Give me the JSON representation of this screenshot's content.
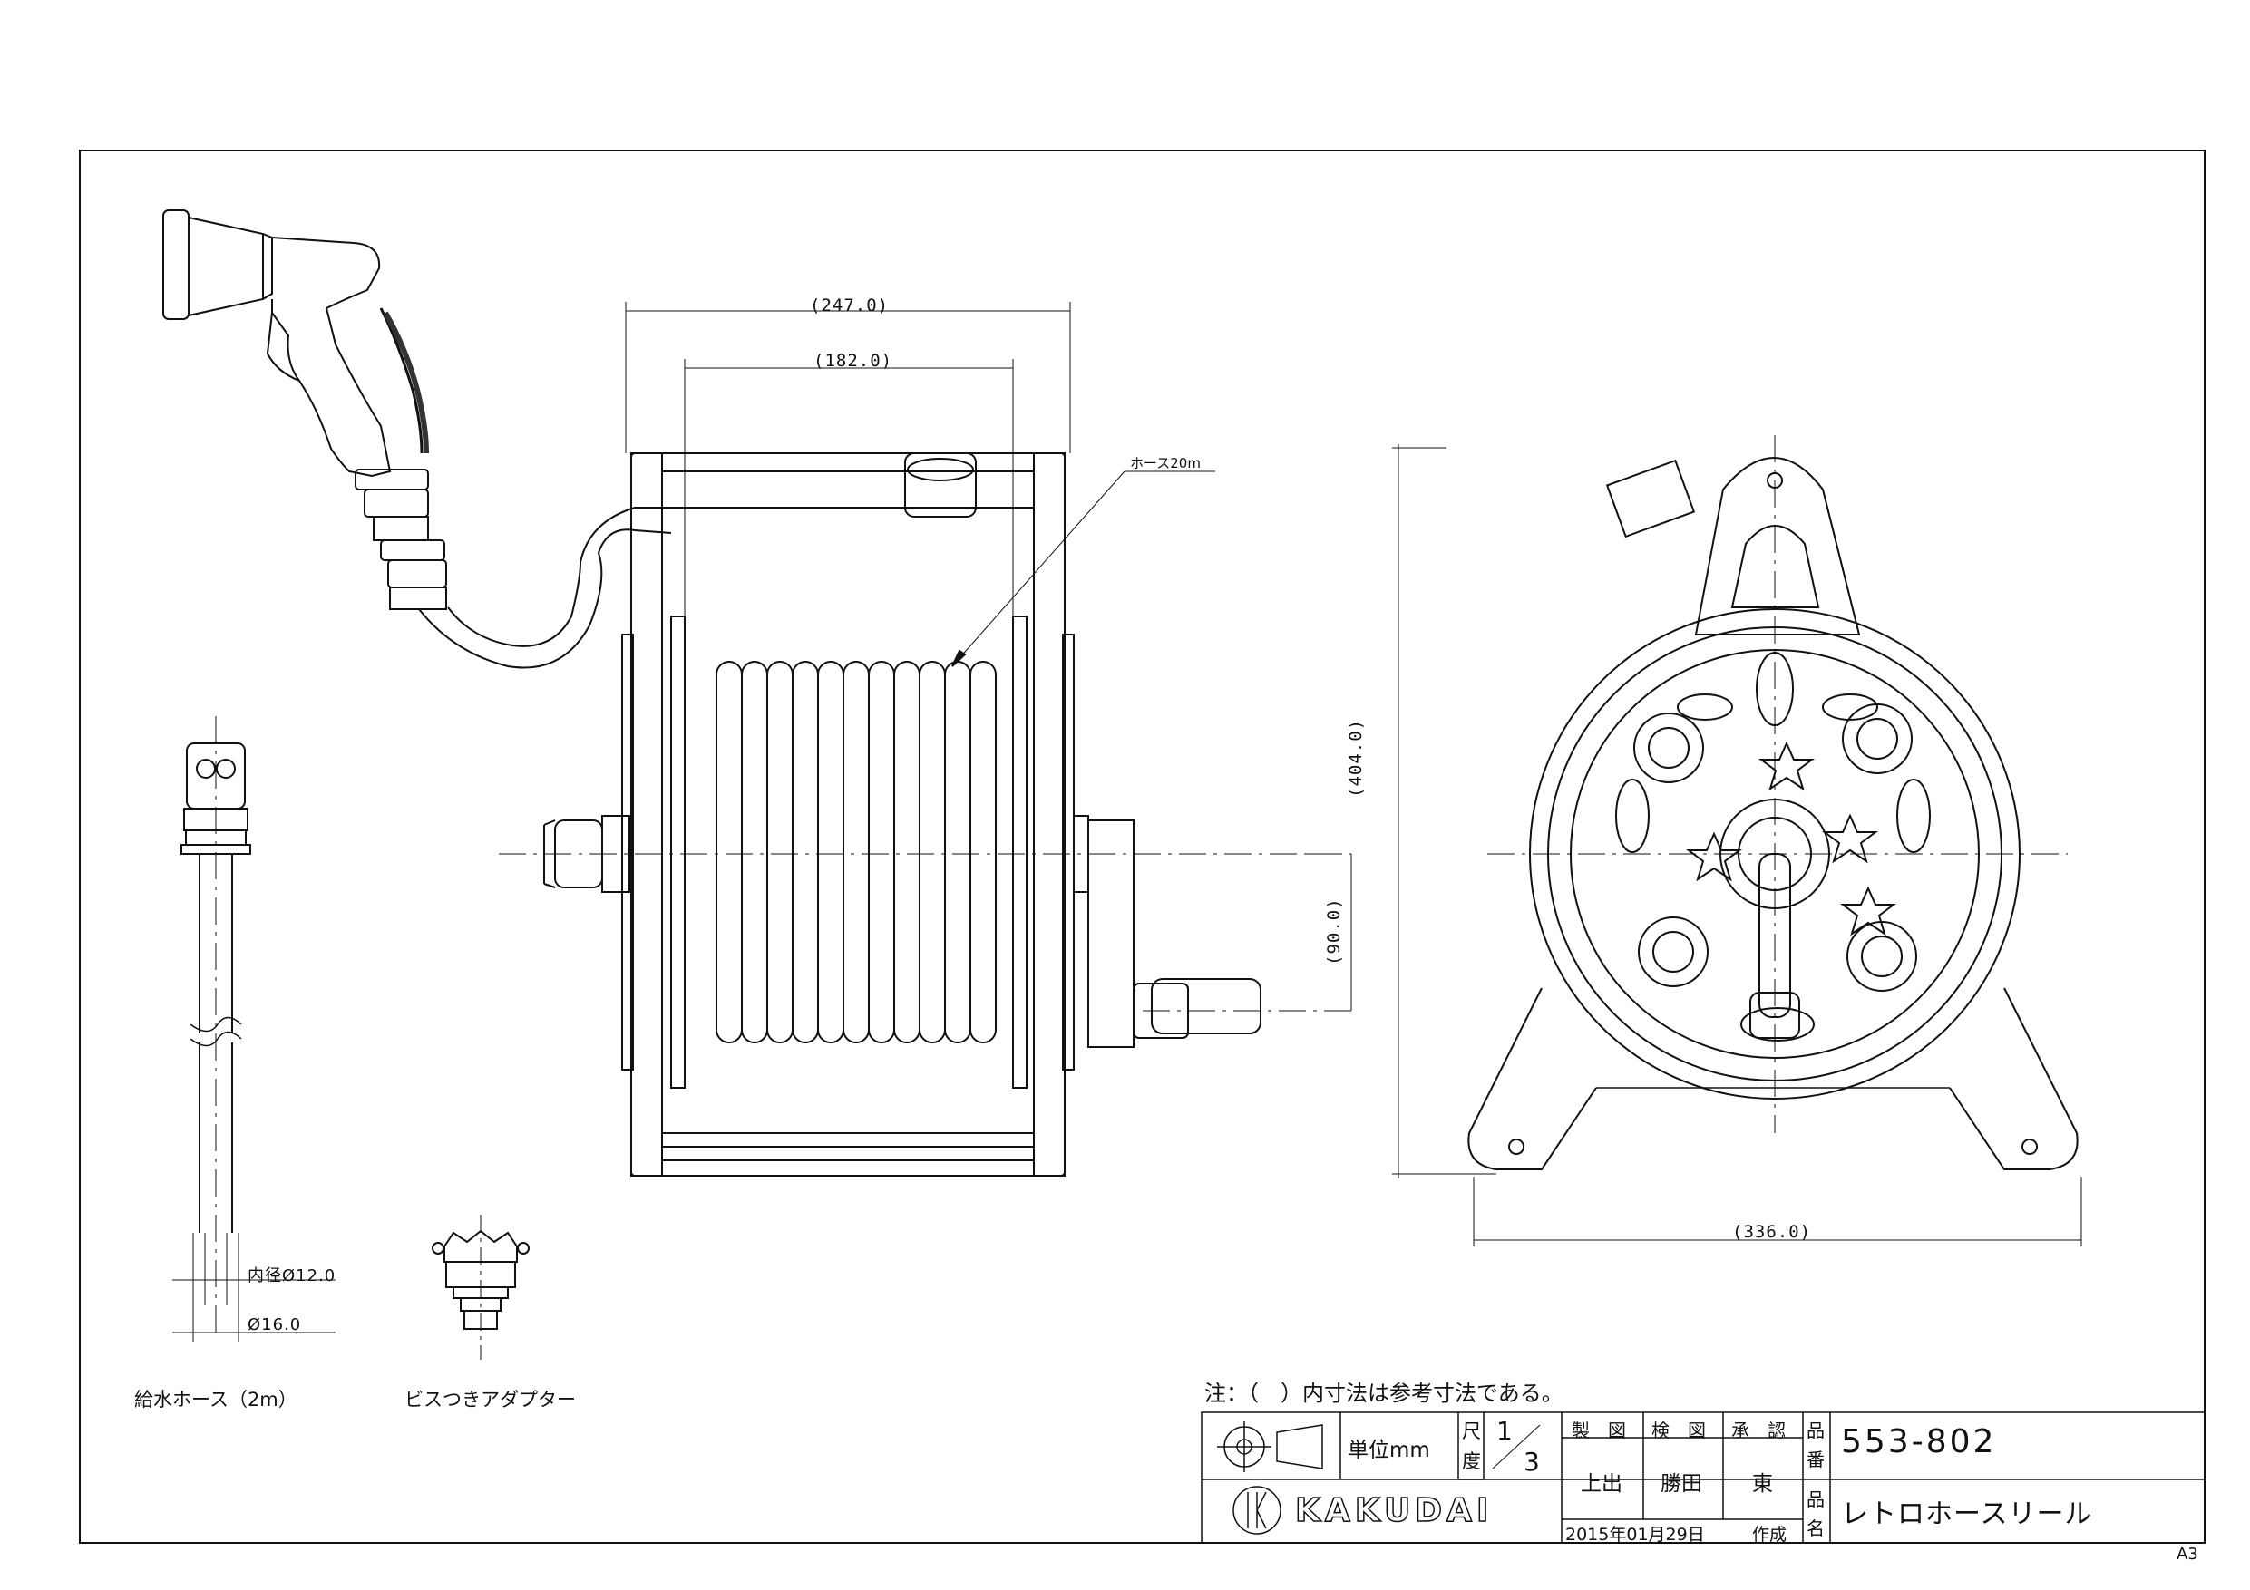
{
  "sheet": {
    "size": "A3"
  },
  "dimensions": {
    "width_overall": "(247.0)",
    "width_drum": "(182.0)",
    "hose_length": "ホース20m",
    "height_overall": "(404.0)",
    "handle_offset": "(90.0)",
    "base_width": "(336.0)",
    "inner_diameter": "内径Ø12.0",
    "outer_diameter": "Ø16.0"
  },
  "part_labels": {
    "supply_hose": "給水ホース（2m）",
    "adapter": "ビスつきアダプター"
  },
  "note": "注：（　）内寸法は参考寸法である。",
  "title_block": {
    "unit_label": "単位mm",
    "scale_label_1": "尺",
    "scale_label_2": "度",
    "scale_num": "1",
    "scale_den": "3",
    "drawn_header": "製　図",
    "checked_header": "検　図",
    "approved_header": "承　認",
    "drawn_by": "上出",
    "checked_by": "勝田",
    "approved_by": "東",
    "part_no_label_1": "品",
    "part_no_label_2": "番",
    "part_no": "553-802",
    "name_label_1": "品",
    "name_label_2": "名",
    "product_name": "レトロホースリール",
    "date": "2015年01月29日",
    "created": "作成",
    "logo_text": "KAKUDAI"
  }
}
